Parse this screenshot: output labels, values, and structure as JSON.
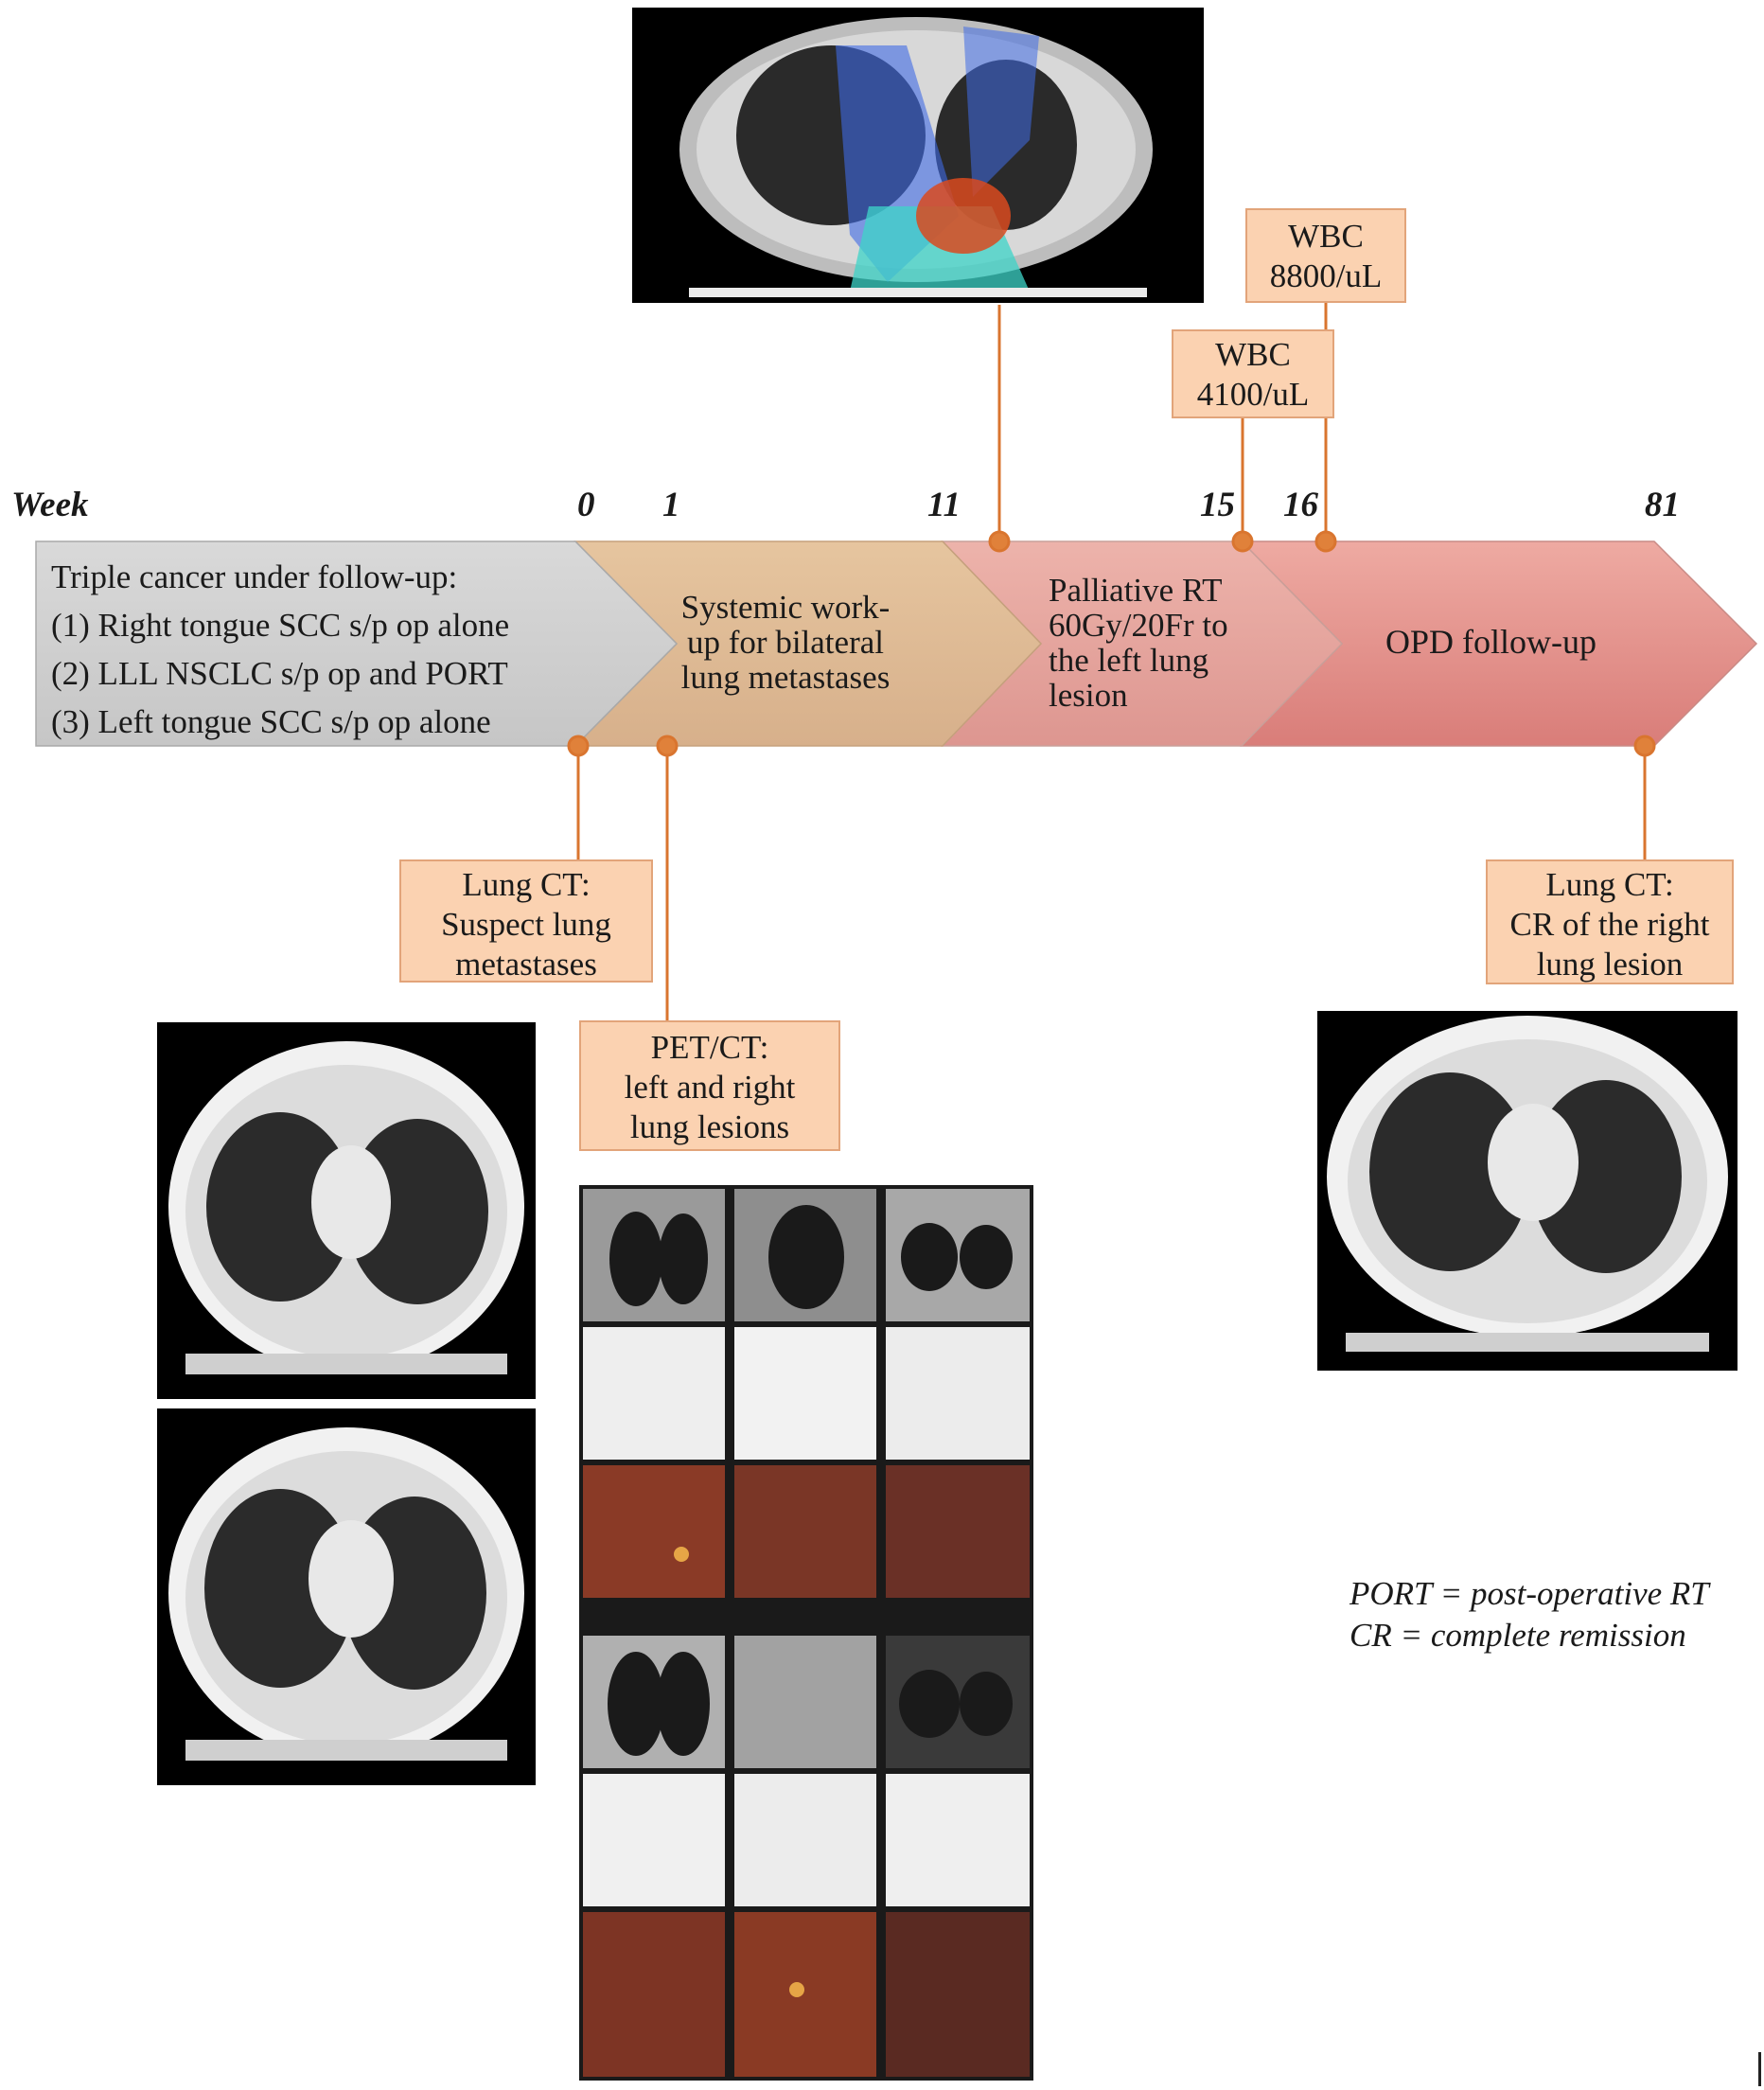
{
  "axis": {
    "label": "Week",
    "ticks": [
      "0",
      "1",
      "11",
      "15",
      "16",
      "81"
    ]
  },
  "stages": {
    "followup": {
      "title": "Triple cancer under follow-up:",
      "items": [
        "(1) Right tongue SCC s/p op alone",
        "(2) LLL NSCLC s/p op and PORT",
        "(3) Left tongue SCC s/p op alone"
      ]
    },
    "workup": [
      "Systemic work-",
      "up for bilateral",
      "lung metastases"
    ],
    "rt": [
      "Palliative RT",
      "60Gy/20Fr to",
      "the left lung",
      "lesion"
    ],
    "opd": "OPD follow-up"
  },
  "events": {
    "wbc_high": [
      "WBC",
      "8800/uL"
    ],
    "wbc_low": [
      "WBC",
      "4100/uL"
    ],
    "lung_ct_suspect": [
      "Lung CT:",
      "Suspect lung",
      "metastases"
    ],
    "pet_ct": [
      "PET/CT:",
      "left and right",
      "lung lesions"
    ],
    "lung_ct_cr": [
      "Lung CT:",
      "CR of the right",
      "lung lesion"
    ]
  },
  "legend": [
    "PORT = post-operative RT",
    "CR = complete remission"
  ],
  "colors": {
    "stage_gray": "#cfcfcf",
    "stage_tan": "#dcb892",
    "stage_red": "#e7a7a0",
    "stage_red_dark": "#d8827d",
    "event_box": "#fbd2b1",
    "connector": "#d9752f"
  }
}
